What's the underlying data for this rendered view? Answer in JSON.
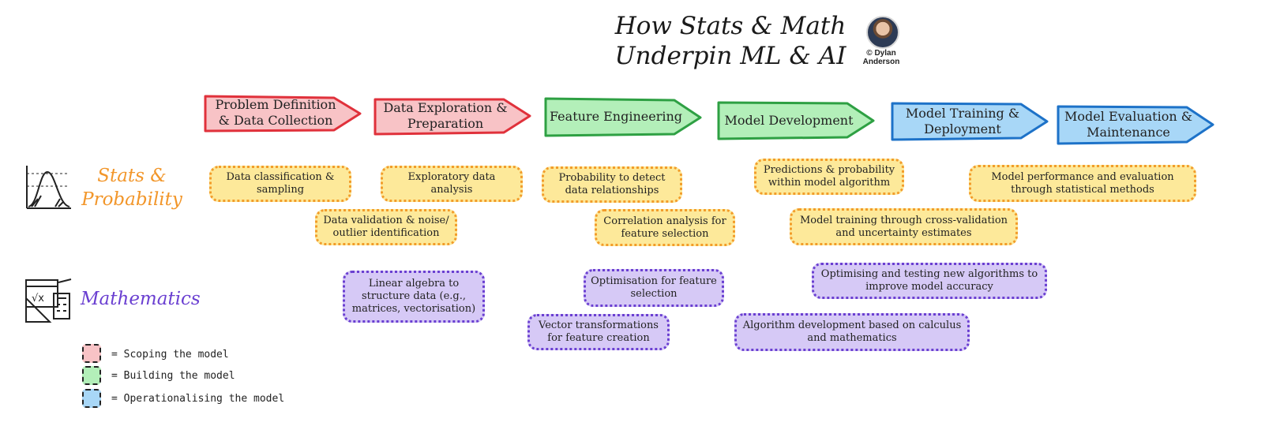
{
  "title": {
    "line1": "How Stats & Math",
    "line2": "Underpin ML & AI"
  },
  "credit": {
    "line1": "© Dylan",
    "line2": "Anderson"
  },
  "phases": [
    {
      "label": "Problem Definition & Data Collection",
      "color": "#f8c3c6",
      "stroke": "#e0313b"
    },
    {
      "label": "Data Exploration & Preparation",
      "color": "#f8c3c6",
      "stroke": "#e0313b"
    },
    {
      "label": "Feature Engineering",
      "color": "#b3efb9",
      "stroke": "#2ea043"
    },
    {
      "label": "Model Development",
      "color": "#b3efb9",
      "stroke": "#2ea043"
    },
    {
      "label": "Model Training & Deployment",
      "color": "#a8d7f7",
      "stroke": "#1d72c8"
    },
    {
      "label": "Model Evaluation & Maintenance",
      "color": "#a8d7f7",
      "stroke": "#1d72c8"
    }
  ],
  "rows": {
    "stats_label": "Stats & Probability",
    "math_label": "Mathematics"
  },
  "stats_boxes": [
    "Data classification & sampling",
    "Exploratory data analysis",
    "Probability to detect data relationships",
    "Predictions & probability within model algorithm",
    "Model performance and evaluation through statistical methods",
    "Data validation & noise/ outlier identification",
    "Correlation analysis for feature selection",
    "Model training through cross-validation and uncertainty estimates"
  ],
  "math_boxes": [
    "Linear algebra to structure data (e.g., matrices, vectorisation)",
    "Optimisation for feature selection",
    "Optimising and testing new algorithms to improve model accuracy",
    "Vector transformations for feature creation",
    "Algorithm development based on calculus and mathematics"
  ],
  "legend": [
    {
      "label": "= Scoping the model",
      "color": "#f8c3c6"
    },
    {
      "label": "= Building the model",
      "color": "#b3efb9"
    },
    {
      "label": "= Operationalising the model",
      "color": "#a8d7f7"
    }
  ],
  "icons": {
    "stats": "bell-curve-chart-icon",
    "math": "math-tools-icon",
    "avatar": "author-avatar"
  }
}
